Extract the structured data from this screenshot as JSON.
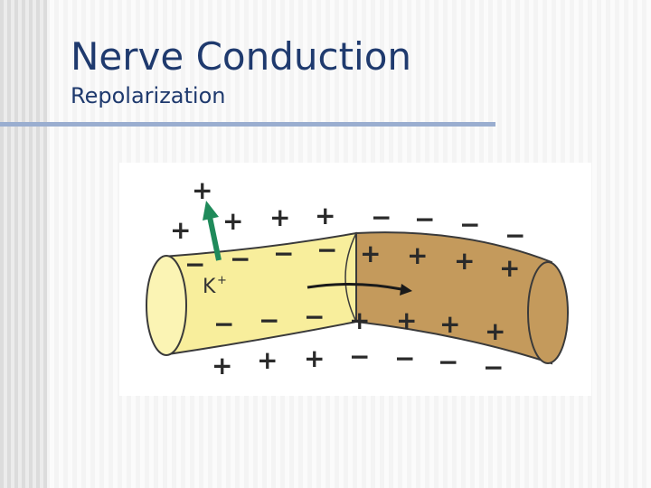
{
  "slide": {
    "title": "Nerve Conduction",
    "subtitle": "Repolarization"
  },
  "diagram": {
    "ion_label": "K",
    "ion_charge": "+",
    "colors": {
      "resting_axon": "#f8ee9c",
      "resting_axon_end": "#fbf4b4",
      "depolarized_segment": "#c49a5c",
      "efflux_arrow": "#1f8a5a",
      "propagation_arrow": "#1a1a1a",
      "outline": "#3a3a3a"
    }
  }
}
